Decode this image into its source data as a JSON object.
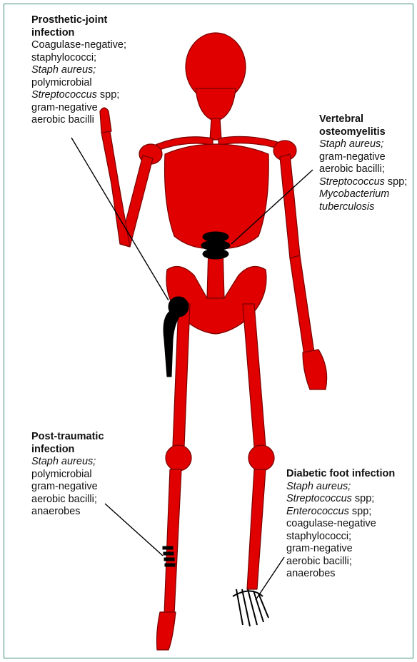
{
  "colors": {
    "bone": "#e00000",
    "bone_outline": "#7a0000",
    "implant": "#000000",
    "leader_line": "#000000",
    "border": "#3a8a7a"
  },
  "labels": {
    "prosthetic": {
      "title": [
        "Prosthetic-joint",
        "infection"
      ],
      "organisms": [
        {
          "pre": "Coagulase-negative;",
          "it": "",
          "post": ""
        },
        {
          "pre": "staphylococci;",
          "it": "",
          "post": ""
        },
        {
          "pre": "",
          "it": "Staph aureus;",
          "post": ""
        },
        {
          "pre": "polymicrobial",
          "it": "",
          "post": ""
        },
        {
          "pre": "",
          "it": "Streptococcus",
          "post": " spp;"
        },
        {
          "pre": "gram-negative",
          "it": "",
          "post": ""
        },
        {
          "pre": "aerobic bacilli",
          "it": "",
          "post": ""
        }
      ]
    },
    "vertebral": {
      "title": [
        "Vertebral",
        "osteomyelitis"
      ],
      "organisms": [
        {
          "pre": "",
          "it": "Staph aureus;",
          "post": ""
        },
        {
          "pre": "gram-negative",
          "it": "",
          "post": ""
        },
        {
          "pre": "aerobic bacilli;",
          "it": "",
          "post": ""
        },
        {
          "pre": "",
          "it": "Streptococcus",
          "post": " spp;"
        },
        {
          "pre": "",
          "it": "Mycobacterium",
          "post": ""
        },
        {
          "pre": "",
          "it": "tuberculosis",
          "post": ""
        }
      ]
    },
    "posttraumatic": {
      "title": [
        "Post-traumatic",
        "infection"
      ],
      "organisms": [
        {
          "pre": "",
          "it": "Staph aureus;",
          "post": ""
        },
        {
          "pre": "polymicrobial",
          "it": "",
          "post": ""
        },
        {
          "pre": "gram-negative",
          "it": "",
          "post": ""
        },
        {
          "pre": "aerobic bacilli;",
          "it": "",
          "post": ""
        },
        {
          "pre": "anaerobes",
          "it": "",
          "post": ""
        }
      ]
    },
    "diabetic": {
      "title": [
        "Diabetic foot infection"
      ],
      "organisms": [
        {
          "pre": "",
          "it": "Staph aureus;",
          "post": ""
        },
        {
          "pre": "",
          "it": "Streptococcus",
          "post": " spp;"
        },
        {
          "pre": "",
          "it": "Enterococcus",
          "post": " spp;"
        },
        {
          "pre": "coagulase-negative",
          "it": "",
          "post": ""
        },
        {
          "pre": "staphylococci;",
          "it": "",
          "post": ""
        },
        {
          "pre": "gram-negative",
          "it": "",
          "post": ""
        },
        {
          "pre": "aerobic bacilli;",
          "it": "",
          "post": ""
        },
        {
          "pre": "anaerobes",
          "it": "",
          "post": ""
        }
      ]
    }
  }
}
